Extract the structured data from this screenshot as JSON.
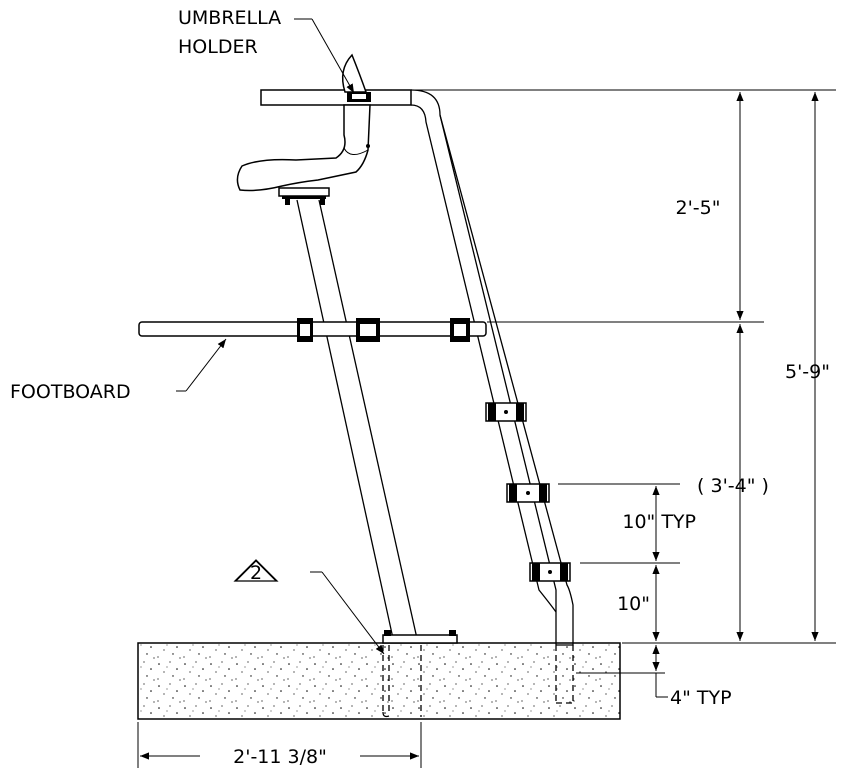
{
  "labels": {
    "umbrella_line1": "UMBRELLA",
    "umbrella_line2": "HOLDER",
    "footboard": "FOOTBOARD",
    "note_number": "2"
  },
  "dimensions": {
    "upper_height": "2'-5\"",
    "total_height": "5'-9\"",
    "ladder_height": "( 3'-4\" )",
    "step_spacing": "10\" TYP",
    "bottom_step": "10\"",
    "embed_depth": "4\" TYP",
    "base_width": "2'-11 3/8\""
  }
}
